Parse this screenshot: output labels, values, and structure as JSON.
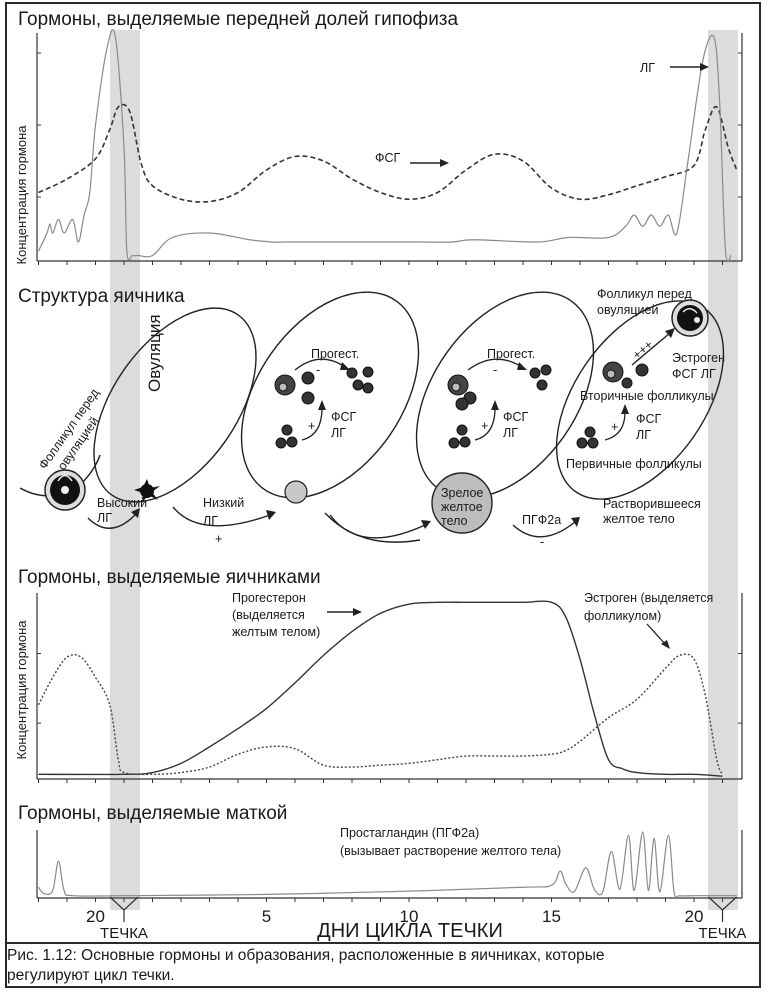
{
  "figure": {
    "caption": "Рис. 1.12: Основные гормоны и образования, расположенные в яичниках, которые регулируют цикл течки.",
    "caption_line1": "Рис. 1.12: Основные гормоны и образования, расположенные в яичниках, которые",
    "caption_line2": "регулируют цикл течки.",
    "estrus_band_color": "#d9d9d9"
  },
  "x_axis": {
    "label": "ДНИ ЦИКЛА ТЕЧКИ",
    "tick_labels": [
      {
        "day": -1,
        "label": "20"
      },
      {
        "day": 5,
        "label": "5"
      },
      {
        "day": 10,
        "label": "10"
      },
      {
        "day": 15,
        "label": "15"
      },
      {
        "day": 20,
        "label": "20"
      }
    ],
    "estrus_markers": [
      {
        "day": 0,
        "label": "ТЕЧКА"
      },
      {
        "day": 21,
        "label": "ТЕЧКА"
      }
    ],
    "range_days": [
      -3,
      22
    ]
  },
  "ovary": {
    "title": "Структура яичника",
    "labels": {
      "follicle_before_ovulation_left": [
        "Фолликул перед",
        "овуляцией"
      ],
      "ovulation": "Овуляция",
      "high_lh": [
        "Высокий",
        "ЛГ"
      ],
      "low_lh": [
        "Низкий",
        "ЛГ"
      ],
      "plus": "+",
      "minus": "-",
      "progest_1": "Прогест.",
      "fsh_lh_1": [
        "ФСГ",
        "ЛГ"
      ],
      "progest_2": "Прогест.",
      "fsh_lh_2": [
        "ФСГ",
        "ЛГ"
      ],
      "mature_cl": [
        "Зрелое",
        "желтое",
        "тело"
      ],
      "pgf2a": "ПГФ2а",
      "follicle_before_ovulation_right": [
        "Фолликул перед",
        "овуляцией"
      ],
      "estrogen_fsh_lh": [
        "Эстроген",
        "ФСГ ЛГ"
      ],
      "secondary_follicles": "Вторичные фолликулы",
      "fsh_lh_3": [
        "ФСГ",
        "ЛГ"
      ],
      "primary_follicles": "Первичные фолликулы",
      "dissolved_cl": [
        "Растворившееся",
        "желтое тело"
      ],
      "triple_plus": "+++"
    }
  },
  "chart_data": [
    {
      "type": "line",
      "title": "Гормоны, выделяемые передней долей гипофиза",
      "xlabel": "ДНИ ЦИКЛА ТЕЧКИ",
      "ylabel": "Концентрация гормона",
      "ylim": [
        0,
        100
      ],
      "grid": false,
      "annotations": [
        {
          "text": "ЛГ",
          "target": "LH peak day 20.8"
        },
        {
          "text": "ФСГ",
          "target": "FSH curve day 11"
        }
      ],
      "series": [
        {
          "name": "ФСГ",
          "style": "dashed",
          "x": [
            -3,
            -2,
            -1,
            -0.5,
            -0.2,
            0.2,
            0.6,
            1,
            2,
            3,
            4,
            5,
            6,
            7,
            8,
            9,
            10,
            11,
            12,
            13,
            14,
            15,
            16,
            17,
            18,
            19,
            20,
            20.4,
            20.8,
            21.2,
            21.5,
            22
          ],
          "y": [
            30,
            36,
            45,
            58,
            68,
            66,
            43,
            33,
            27,
            26,
            30,
            40,
            46,
            44,
            36,
            30,
            27,
            30,
            40,
            47,
            44,
            32,
            27,
            29,
            33,
            37,
            42,
            58,
            68,
            50,
            40,
            34
          ]
        },
        {
          "name": "ЛГ",
          "style": "solid-light",
          "x": [
            -3,
            -2.7,
            -2.6,
            -2.5,
            -2.3,
            -2.1,
            -1.8,
            -1.6,
            -1.4,
            -1.2,
            -1,
            -0.6,
            -0.3,
            0,
            0.1,
            0.3,
            0.5,
            1,
            1.7,
            3,
            4.4,
            5.2,
            5.7,
            6.4,
            7.4,
            8.3,
            10.3,
            11.5,
            12.3,
            14.5,
            15.6,
            17,
            17.6,
            17.9,
            18.2,
            18.5,
            18.8,
            19.1,
            19.4,
            19.8,
            20.3,
            20.7,
            20.9,
            21.1,
            21.3,
            22
          ],
          "y": [
            4,
            12,
            16,
            12,
            18,
            12,
            18,
            8,
            20,
            30,
            60,
            94,
            99,
            50,
            4,
            2,
            2,
            2,
            10,
            12,
            9,
            8,
            8,
            8,
            8,
            8,
            8,
            8,
            9,
            8,
            10,
            10,
            15,
            20,
            15,
            20,
            15,
            20,
            12,
            45,
            88,
            99,
            70,
            5,
            2,
            1
          ]
        }
      ]
    },
    {
      "type": "line",
      "title": "Гормоны, выделяемые яичниками",
      "xlabel": "ДНИ ЦИКЛА ТЕЧКИ",
      "ylabel": "Концентрация гормона",
      "ylim": [
        0,
        100
      ],
      "grid": false,
      "annotations": [
        {
          "text": "Прогестерон (выделяется желтым телом)",
          "series": "Прогестерон"
        },
        {
          "text": "Эстроген (выделяется фолликулом)",
          "series": "Эстроген"
        }
      ],
      "series": [
        {
          "name": "Прогестерон",
          "style": "solid",
          "x": [
            -3,
            0,
            1,
            2,
            3,
            4,
            5,
            6,
            7,
            8,
            9,
            10,
            11,
            12,
            13,
            14,
            15,
            15.5,
            16,
            16.5,
            17,
            17.5,
            18,
            19,
            20,
            21
          ],
          "y": [
            2,
            2,
            3,
            8,
            17,
            27,
            38,
            52,
            67,
            80,
            90,
            95,
            96,
            96,
            96,
            96,
            96,
            88,
            65,
            35,
            10,
            5,
            3,
            2,
            2,
            1
          ]
        },
        {
          "name": "Эстроген",
          "style": "dotted",
          "x": [
            -3,
            -2.5,
            -2,
            -1.5,
            -1,
            -0.5,
            -0.2,
            0,
            1,
            2,
            3,
            4,
            5,
            6,
            7,
            8,
            9,
            10,
            11,
            12,
            13,
            14,
            15,
            15.5,
            16,
            17,
            18,
            19,
            19.5,
            20,
            20.4,
            20.8,
            21
          ],
          "y": [
            40,
            55,
            66,
            66,
            55,
            40,
            10,
            3,
            2,
            3,
            6,
            13,
            17,
            16,
            7,
            6,
            7,
            8,
            10,
            12,
            12,
            12,
            13,
            15,
            20,
            33,
            43,
            60,
            67,
            65,
            45,
            10,
            2
          ]
        }
      ]
    },
    {
      "type": "line",
      "title": "Гормоны, выделяемые маткой",
      "xlabel": "ДНИ ЦИКЛА ТЕЧКИ",
      "ylabel": "",
      "ylim": [
        0,
        100
      ],
      "grid": false,
      "annotations": [
        {
          "text": "Простагландин (ПГФ2а)",
          "line2": "(вызывает растворение желтого тела)"
        }
      ],
      "series": [
        {
          "name": "Простагландин (ПГФ2а)",
          "style": "solid-light",
          "x": [
            -3,
            -2.8,
            -2.5,
            -2.3,
            -2.1,
            -1.8,
            0,
            5,
            10,
            14,
            15,
            15.3,
            15.5,
            15.8,
            16.2,
            16.5,
            16.8,
            17.1,
            17.4,
            17.7,
            17.9,
            18.2,
            18.4,
            18.6,
            18.8,
            19.1,
            19.3,
            19.5,
            20,
            21.5
          ],
          "y": [
            15,
            5,
            10,
            55,
            10,
            2,
            2,
            4,
            9,
            15,
            18,
            40,
            20,
            8,
            45,
            12,
            8,
            70,
            12,
            95,
            10,
            100,
            10,
            90,
            8,
            95,
            8,
            2,
            2,
            2
          ]
        }
      ]
    }
  ]
}
